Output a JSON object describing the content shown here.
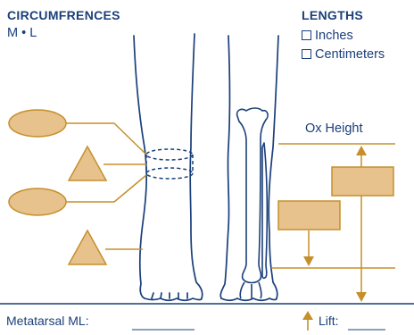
{
  "circumferences": {
    "title": "CIRCUMFRENCES",
    "subtitle": "M • L"
  },
  "lengths": {
    "title": "LENGTHS",
    "options": [
      "Inches",
      "Centimeters"
    ]
  },
  "labels": {
    "ox_height": "Ox Height",
    "metatarsal": "Metatarsal ML:",
    "lift": "Lift:"
  },
  "colors": {
    "navy": "#1a3f7a",
    "gold": "#c58f2c",
    "fill": "#e8c28c"
  }
}
